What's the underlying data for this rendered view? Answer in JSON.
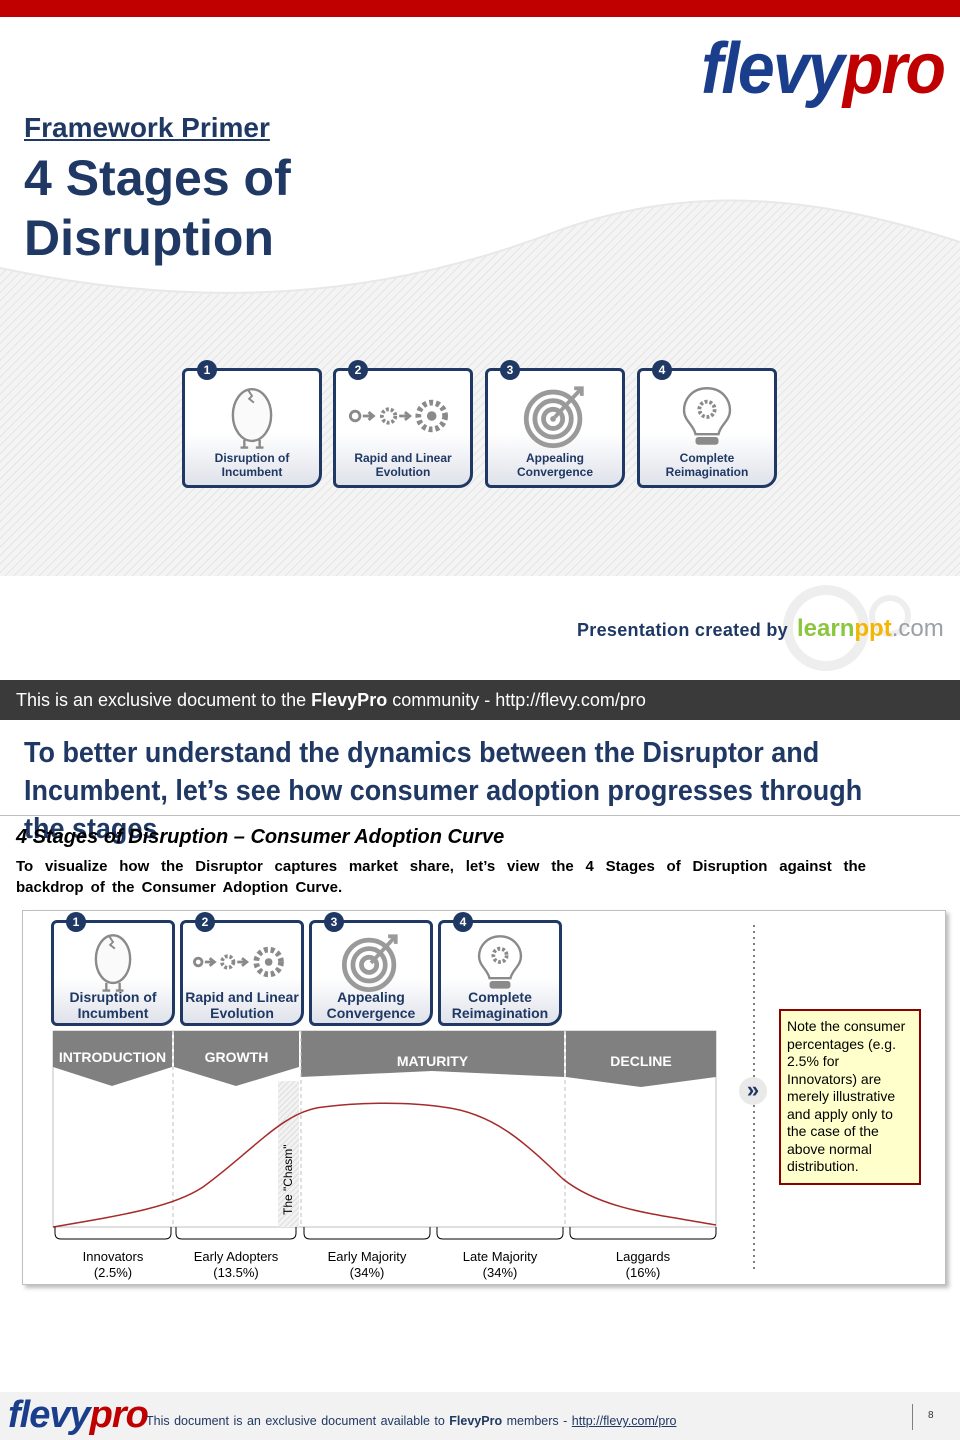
{
  "colors": {
    "navy": "#1f3864",
    "brand_red": "#c00000",
    "phase_gray": "#808080",
    "note_fill": "#ffffcc",
    "curve": "#a52a2a"
  },
  "cover": {
    "logo": {
      "flevy": "flevy",
      "pro": "pro"
    },
    "kicker": "Framework Primer",
    "title": "4 Stages of Disruption",
    "stages": [
      {
        "num": "1",
        "label": "Disruption of Incumbent",
        "icon": "egg-chick-icon"
      },
      {
        "num": "2",
        "label": "Rapid and Linear Evolution",
        "icon": "gear-process-icon"
      },
      {
        "num": "3",
        "label": "Appealing Convergence",
        "icon": "target-arrow-icon"
      },
      {
        "num": "4",
        "label": "Complete Reimagination",
        "icon": "lightbulb-gear-icon"
      }
    ],
    "created_by": "Presentation created by",
    "learnppt": {
      "a": "learn",
      "b": "ppt",
      "c": ".com"
    },
    "banner": {
      "pre": "This is an exclusive document to the ",
      "brand": "FlevyPro",
      "post": " community - http://flevy.com/pro"
    }
  },
  "slide": {
    "headline": "To better understand the dynamics between the Disruptor and Incumbent, let’s see how consumer adoption progresses through the stages",
    "subtitle": "4 Stages of Disruption – Consumer Adoption Curve",
    "description": "To visualize how the Disruptor captures market share, let’s view the 4 Stages of Disruption against the backdrop of the Consumer Adoption Curve.",
    "stages": [
      {
        "num": "1",
        "label": "Disruption of Incumbent",
        "icon": "egg-chick-icon"
      },
      {
        "num": "2",
        "label": "Rapid and Linear Evolution",
        "icon": "gear-process-icon"
      },
      {
        "num": "3",
        "label": "Appealing Convergence",
        "icon": "target-arrow-icon"
      },
      {
        "num": "4",
        "label": "Complete Reimagination",
        "icon": "lightbulb-gear-icon"
      }
    ],
    "phases": [
      "INTRODUCTION",
      "GROWTH",
      "MATURITY",
      "DECLINE"
    ],
    "chasm": "The \"Chasm\"",
    "segments": [
      {
        "name": "Innovators",
        "pct": "(2.5%)"
      },
      {
        "name": "Early Adopters",
        "pct": "(13.5%)"
      },
      {
        "name": "Early Majority",
        "pct": "(34%)"
      },
      {
        "name": "Late Majority",
        "pct": "(34%)"
      },
      {
        "name": "Laggards",
        "pct": "(16%)"
      }
    ],
    "note": "Note the consumer percentages (e.g. 2.5% for Innovators) are merely illustrative and apply only to the case of the above normal distribution.",
    "arrow": "»"
  },
  "footer": {
    "logo": {
      "flevy": "flevy",
      "pro": "pro"
    },
    "text_pre": "This document is an exclusive document available to ",
    "brand": "FlevyPro",
    "text_mid": " members - ",
    "link": "http://flevy.com/pro",
    "page": "8"
  }
}
